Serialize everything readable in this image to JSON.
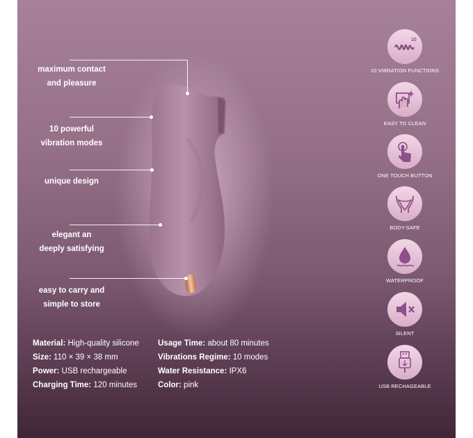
{
  "callouts": [
    {
      "line1": "maximum contact",
      "line2": "and pleasure"
    },
    {
      "line1": "10 powerful",
      "line2": "vibration modes"
    },
    {
      "line1": "unique design",
      "line2": ""
    },
    {
      "line1": "elegant an",
      "line2": "deeply satisfying"
    },
    {
      "line1": "easy to carry and",
      "line2": "simple to store"
    }
  ],
  "specs": {
    "left": [
      {
        "label": "Material:",
        "value": " High-quality silicone"
      },
      {
        "label": "Size:",
        "value": " 110 × 39 × 38 mm"
      },
      {
        "label": "Power:",
        "value": " USB rechargeable"
      },
      {
        "label": "Charging Time:",
        "value": " 120 minutes"
      }
    ],
    "right": [
      {
        "label": "Usage Time:",
        "value": " about 80 minutes"
      },
      {
        "label": "Vibrations Regime:",
        "value": " 10 modes"
      },
      {
        "label": "Water Resistance:",
        "value": " IPX6"
      },
      {
        "label": "Color:",
        "value": " pink"
      }
    ]
  },
  "features": [
    {
      "label": "10 VIBRATION FUNCTIONS",
      "icon": "vibration-icon",
      "badge": "10"
    },
    {
      "label": "EASY TO CLEAN",
      "icon": "hand-sparkle-icon"
    },
    {
      "label": "ONE TOUCH BUTTON",
      "icon": "touch-button-icon"
    },
    {
      "label": "BODY-SAFE",
      "icon": "body-icon"
    },
    {
      "label": "WATERPROOF",
      "icon": "water-drop-icon"
    },
    {
      "label": "SILENT",
      "icon": "mute-speaker-icon"
    },
    {
      "label": "USB RECHAGEABLE",
      "icon": "usb-cable-icon"
    }
  ],
  "colors": {
    "icon_fill": "#8e4f8a",
    "icon_bg": "#edd0e0",
    "device": "#b38aa3",
    "accent_gold": "#c98a5a"
  }
}
